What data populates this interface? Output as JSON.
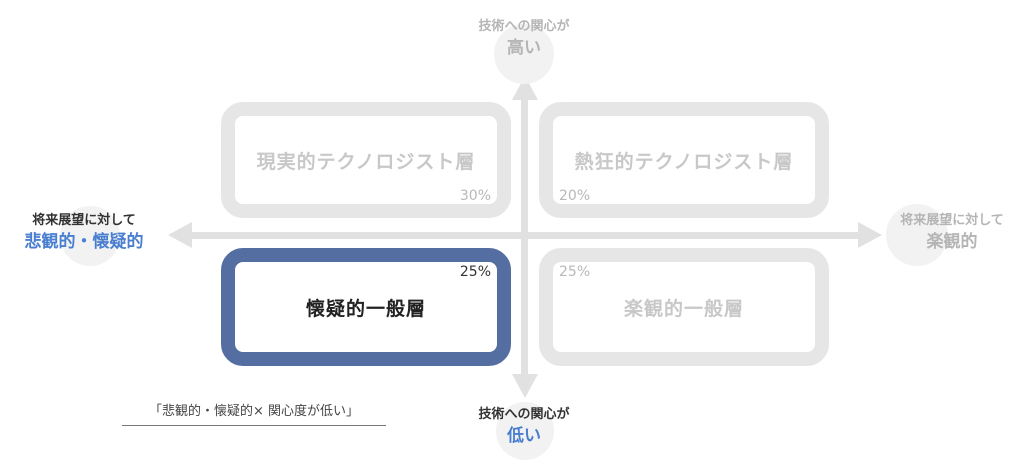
{
  "axes": {
    "top": {
      "line1": "技術への関心が",
      "line2": "高い"
    },
    "bottom": {
      "line1": "技術への関心が",
      "line2": "低い"
    },
    "left": {
      "line1": "将来展望に対して",
      "line2": "悲観的・懐疑的"
    },
    "right": {
      "line1": "将来展望に対して",
      "line2": "楽観的"
    }
  },
  "quadrants": {
    "top_left": {
      "title": "現実的テクノロジスト層",
      "percent": "30%"
    },
    "top_right": {
      "title": "熱狂的テクノロジスト層",
      "percent": "20%"
    },
    "bottom_left": {
      "title": "懐疑的一般層",
      "percent": "25%",
      "highlighted": true
    },
    "bottom_right": {
      "title": "楽観的一般層",
      "percent": "25%"
    }
  },
  "caption": "「悲観的・懐疑的× 関心度が低い」",
  "colors": {
    "highlight_border": "#556ea1",
    "highlight_text": "#4a7fd0",
    "muted_border": "#e6e6e6",
    "muted_text": "#c8c8c8",
    "axis": "#e1e1e1"
  }
}
